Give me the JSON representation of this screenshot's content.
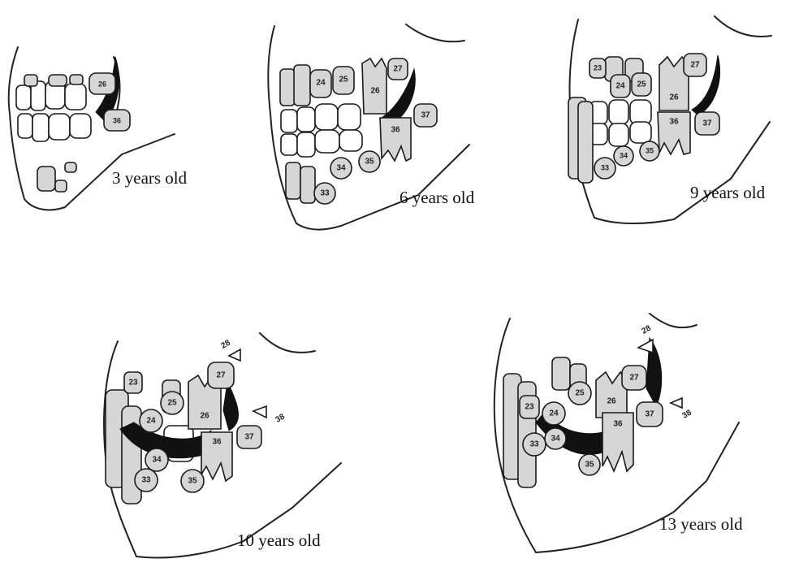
{
  "panels": [
    {
      "label": "3 years old",
      "teeth": [
        "26",
        "36"
      ]
    },
    {
      "label": "6 years old",
      "teeth": [
        "24",
        "25",
        "26",
        "27",
        "36",
        "37",
        "34",
        "35",
        "33"
      ]
    },
    {
      "label": "9 years old",
      "teeth": [
        "23",
        "24",
        "25",
        "26",
        "27",
        "36",
        "37",
        "33",
        "34",
        "35"
      ]
    },
    {
      "label": "10 years old",
      "teeth": [
        "23",
        "24",
        "25",
        "26",
        "27",
        "28",
        "36",
        "37",
        "38",
        "33",
        "34",
        "35"
      ]
    },
    {
      "label": "13 years old",
      "teeth": [
        "23",
        "24",
        "25",
        "26",
        "27",
        "28",
        "36",
        "37",
        "38",
        "33",
        "34",
        "35"
      ]
    }
  ]
}
